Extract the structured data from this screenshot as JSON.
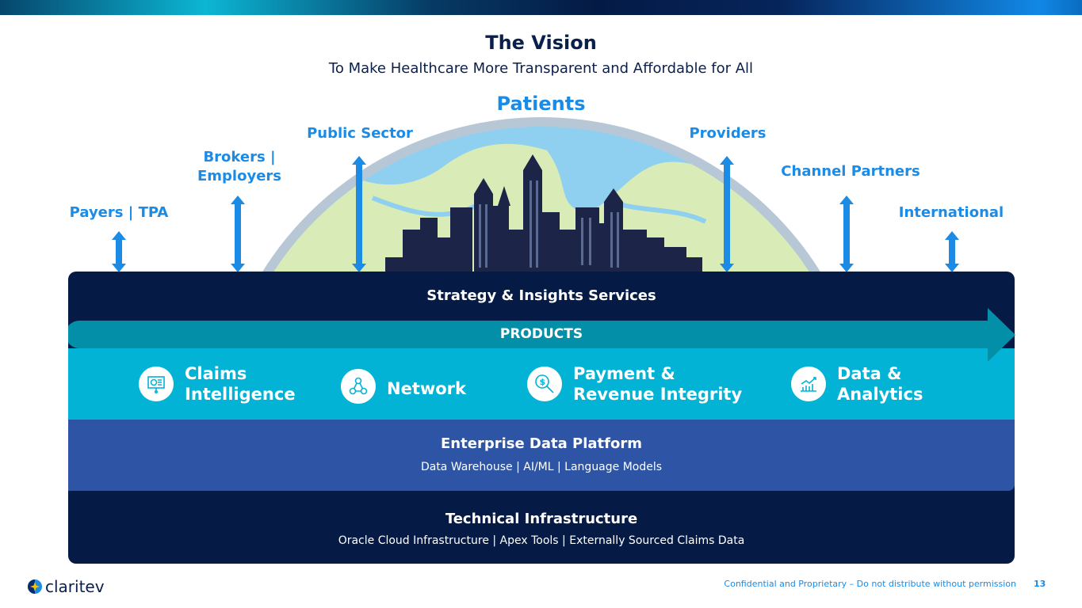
{
  "header": {
    "title": "The Vision",
    "subtitle": "To Make Healthcare More Transparent and Affordable for All",
    "center_label": "Patients"
  },
  "stakeholders": [
    "Payers | TPA",
    "Brokers |\nEmployers",
    "Public Sector",
    "Providers",
    "Channel Partners",
    "International"
  ],
  "layers": {
    "strategy": "Strategy & Insights Services",
    "products_label": "PRODUCTS",
    "products": [
      {
        "label": "Claims\nIntelligence",
        "icon": "presentation-chart-icon"
      },
      {
        "label": "Network",
        "icon": "network-nodes-icon"
      },
      {
        "label": "Payment &\nRevenue Integrity",
        "icon": "dollar-search-icon"
      },
      {
        "label": "Data &\nAnalytics",
        "icon": "bar-chart-trend-icon"
      }
    ],
    "enterprise": {
      "title": "Enterprise Data Platform",
      "sub": "Data Warehouse | AI/ML | Language Models"
    },
    "technical": {
      "title": "Technical Infrastructure",
      "sub": "Oracle Cloud Infrastructure | Apex Tools | Externally Sourced Claims Data"
    }
  },
  "footer": {
    "logo": "claritev",
    "confidential": "Confidential and Proprietary – Do not distribute without permission",
    "page": "13"
  },
  "colors": {
    "navy": "#051a45",
    "cyan": "#03b3d6",
    "teal": "#048fa8",
    "blue": "#2e55a5",
    "accent": "#1b8be6"
  }
}
